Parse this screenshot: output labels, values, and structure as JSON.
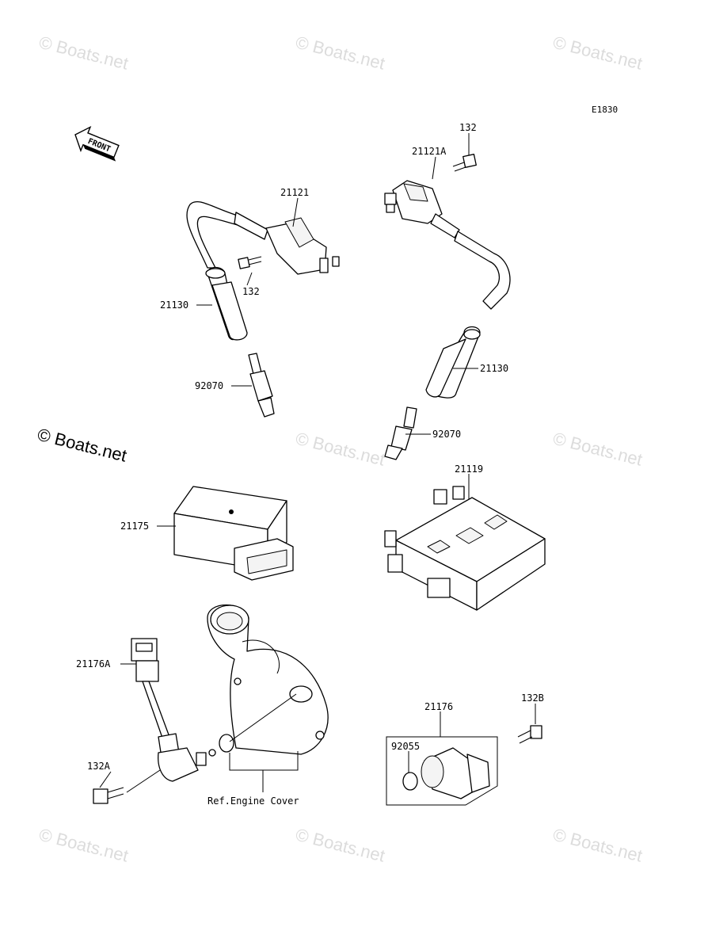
{
  "diagram": {
    "code": "E1830",
    "front_label": "FRONT",
    "watermark": "© Boats.net",
    "parts": {
      "p132_top": "132",
      "p21121A": "21121A",
      "p21121": "21121",
      "p132_mid": "132",
      "p21130_left": "21130",
      "p92070_left": "92070",
      "p21130_right": "21130",
      "p92070_right": "92070",
      "p21119": "21119",
      "p21175": "21175",
      "p21176A": "21176A",
      "p132A": "132A",
      "p21176": "21176",
      "p92055": "92055",
      "p132B": "132B",
      "ref_engine_cover": "Ref.Engine Cover"
    }
  }
}
